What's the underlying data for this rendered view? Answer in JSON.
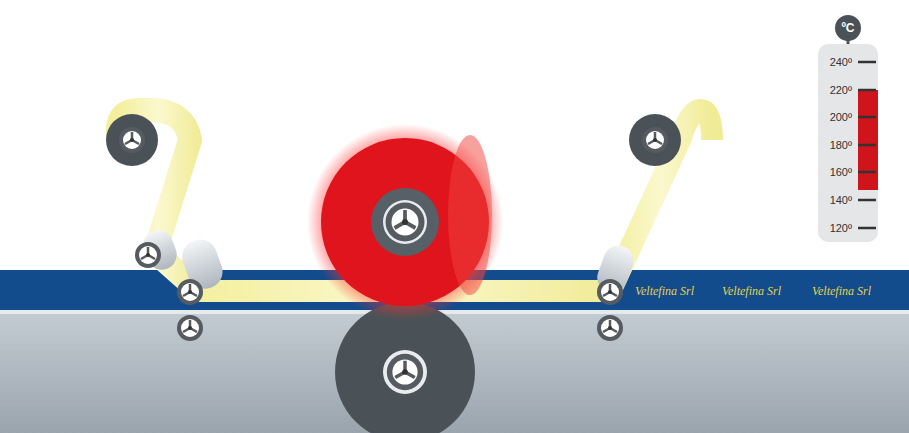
{
  "diagram": {
    "nodes": [
      {
        "text": [
          "ºC"
        ]
      }
    ],
    "labels": [
      "240º",
      "220º",
      "200º",
      "180º",
      "160º",
      "140º",
      "120º",
      "Veltefina Srl",
      "Veltefina Srl",
      "Veltefina Srl"
    ]
  }
}
